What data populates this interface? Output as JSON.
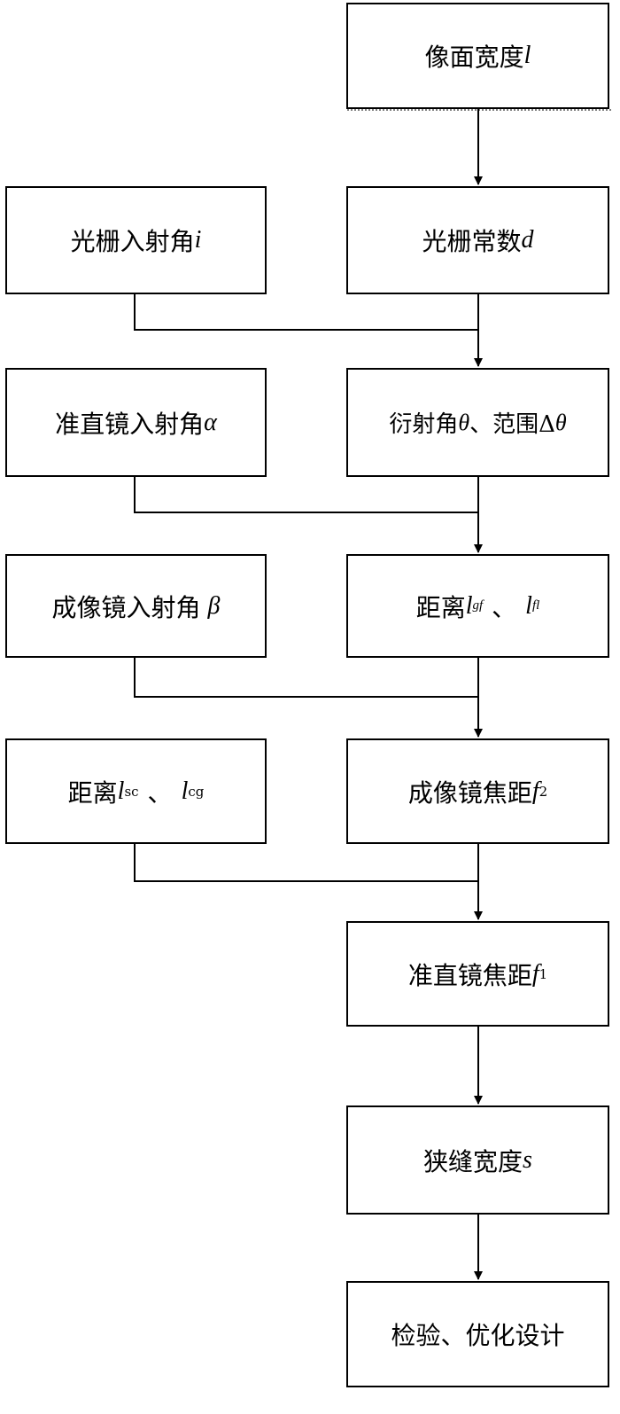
{
  "nodes": {
    "image_width": {
      "text": "像面宽度",
      "var": "l"
    },
    "grating_incidence": {
      "text": "光栅入射角",
      "var": "i"
    },
    "grating_constant": {
      "text": "光栅常数",
      "var": "d"
    },
    "collimator_incidence": {
      "text": "准直镜入射角",
      "var": "α"
    },
    "diffraction": {
      "text1": "衍射角",
      "var1": "θ",
      "sep": "、",
      "text2": "范围Δ",
      "var2": "θ"
    },
    "imaging_incidence": {
      "text": "成像镜入射角",
      "var": "β"
    },
    "distance_gf_fl": {
      "text": "距离",
      "var1": "l",
      "sub1": "gf",
      "sep": "、",
      "var2": "l",
      "sub2": "fl"
    },
    "distance_sc_cg": {
      "text": "距离",
      "var1": "l",
      "sub1": "sc",
      "sep": "、",
      "var2": "l",
      "sub2": "cg"
    },
    "imaging_focal": {
      "text": "成像镜焦距",
      "var": "f",
      "sub": "2"
    },
    "collimator_focal": {
      "text": "准直镜焦距",
      "var": "f",
      "sub": "1"
    },
    "slit_width": {
      "text": "狭缝宽度",
      "var": "s"
    },
    "verify": {
      "text": "检验、优化设计"
    }
  }
}
